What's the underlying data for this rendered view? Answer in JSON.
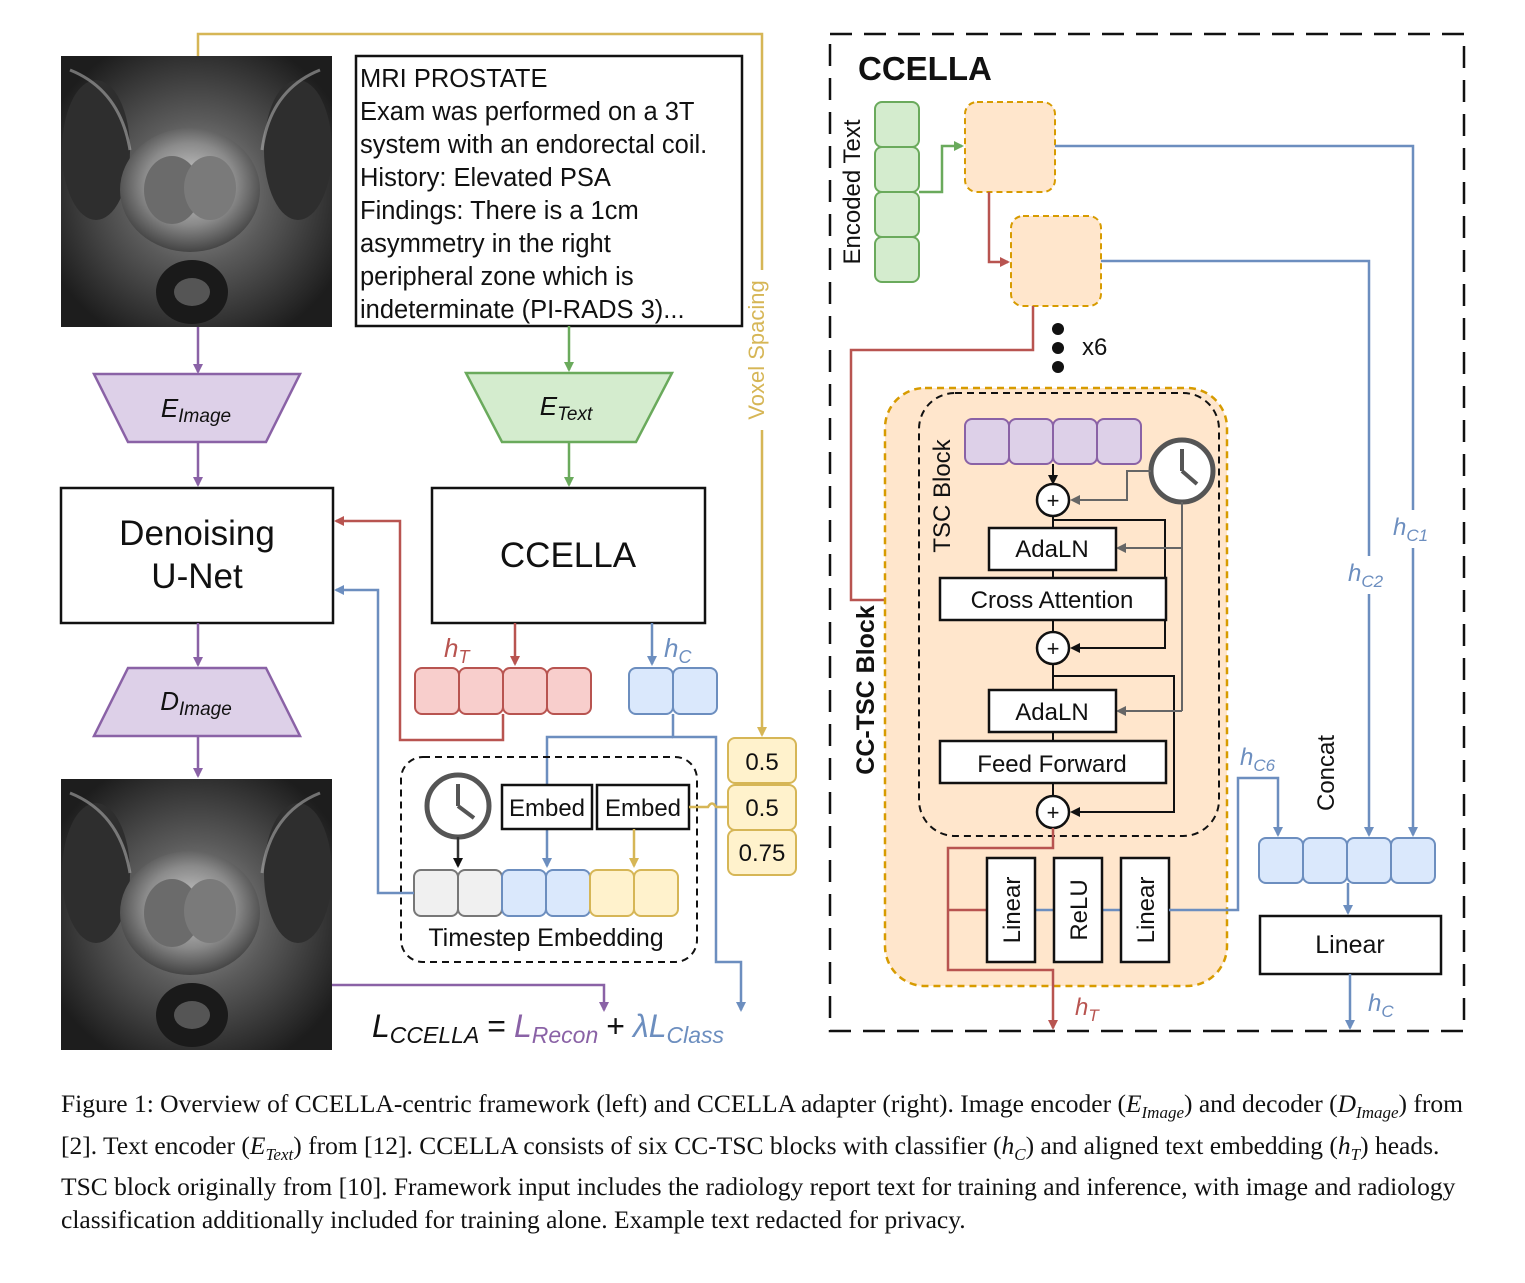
{
  "report": {
    "lines": [
      "MRI PROSTATE",
      "Exam was performed on a 3T",
      "system with an endorectal coil.",
      "History: Elevated PSA",
      "Findings: There is a 1cm",
      "asymmetry in the right",
      "peripheral zone which is",
      "indeterminate (PI-RADS 3)..."
    ]
  },
  "left": {
    "voxel_spacing": "Voxel Spacing",
    "e_image": {
      "base": "E",
      "sub": "Image"
    },
    "e_text": {
      "base": "E",
      "sub": "Text"
    },
    "d_image": {
      "base": "D",
      "sub": "Image"
    },
    "unet_line1": "Denoising",
    "unet_line2": "U-Net",
    "ccella": "CCELLA",
    "h_t": {
      "base": "h",
      "sub": "T"
    },
    "h_c": {
      "base": "h",
      "sub": "C"
    },
    "spacing_values": [
      "0.5",
      "0.5",
      "0.75"
    ],
    "embed1": "Embed",
    "embed2": "Embed",
    "timestep_label": "Timestep Embedding",
    "loss": {
      "lhs_base": "L",
      "lhs_sub": "CCELLA",
      "eq": "=",
      "recon_base": "L",
      "recon_sub": "Recon",
      "plus": "+",
      "class_base": "λL",
      "class_sub": "Class"
    }
  },
  "right": {
    "title": "CCELLA",
    "encoded_text": "Encoded Text",
    "x6": "x6",
    "cc_tsc_block": "CC-TSC Block",
    "tsc_block": "TSC Block",
    "adaln1": "AdaLN",
    "cross_attention": "Cross Attention",
    "adaln2": "AdaLN",
    "feed_forward": "Feed Forward",
    "linear_a": "Linear",
    "relu": "ReLU",
    "linear_b": "Linear",
    "h_t": {
      "base": "h",
      "sub": "T"
    },
    "h_c1": {
      "base": "h",
      "sub": "C1"
    },
    "h_c2": {
      "base": "h",
      "sub": "C2"
    },
    "h_c6": {
      "base": "h",
      "sub": "C6"
    },
    "concat": "Concat",
    "linear_out": "Linear",
    "h_c": {
      "base": "h",
      "sub": "C"
    },
    "plus": "+"
  },
  "caption": {
    "seg1": "Figure 1: Overview of CCELLA-centric framework (left) and CCELLA adapter (right). Image encoder (",
    "m1_base": "E",
    "m1_sub": "Image",
    "seg2": ") and decoder (",
    "m2_base": "D",
    "m2_sub": "Image",
    "seg3": ") from [2]. Text encoder (",
    "m3_base": "E",
    "m3_sub": "Text",
    "seg4": ") from [12]. CCELLA consists of six CC-TSC blocks with classifier (",
    "m4_base": "h",
    "m4_sub": "C",
    "seg5": ") and aligned text embedding (",
    "m5_base": "h",
    "m5_sub": "T",
    "seg6": ") heads. TSC block originally from [10]. Framework input includes the radiology report text for training and inference, with image and radiology classification additionally included for training alone. Example text redacted for privacy."
  },
  "colors": {
    "purple": "#8a62a6",
    "purple_fill": "#ddd0e8",
    "green": "#6aaa5c",
    "green_fill": "#d4ecce",
    "red": "#b85450",
    "red_fill": "#f8cecc",
    "blue": "#6c8ebf",
    "blue_fill": "#dae8fc",
    "gold": "#d6b656",
    "gold_fill": "#fff2cc",
    "orange_fill": "#ffe6cc",
    "orange_stroke": "#d79b00",
    "gray_fill": "#f0f0f0"
  }
}
